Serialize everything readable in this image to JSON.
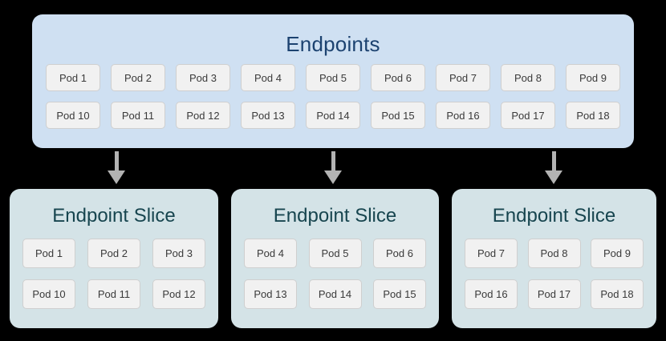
{
  "diagram": {
    "background_color": "#000000",
    "endpoints": {
      "title": "Endpoints",
      "background_color": "#cfe0f2",
      "title_color": "#1c4270",
      "rows": [
        [
          "Pod 1",
          "Pod 2",
          "Pod 3",
          "Pod 4",
          "Pod 5",
          "Pod 6",
          "Pod 7",
          "Pod 8",
          "Pod 9"
        ],
        [
          "Pod 10",
          "Pod 11",
          "Pod 12",
          "Pod 13",
          "Pod 14",
          "Pod 15",
          "Pod 16",
          "Pod 17",
          "Pod 18"
        ]
      ]
    },
    "arrows": {
      "color": "#b3b3b3",
      "direction": "down",
      "count": 3
    },
    "slices": [
      {
        "title": "Endpoint Slice",
        "background_color": "#d4e3e7",
        "title_color": "#17454f",
        "rows": [
          [
            "Pod 1",
            "Pod 2",
            "Pod 3"
          ],
          [
            "Pod 10",
            "Pod 11",
            "Pod 12"
          ]
        ]
      },
      {
        "title": "Endpoint Slice",
        "background_color": "#d4e3e7",
        "title_color": "#17454f",
        "rows": [
          [
            "Pod 4",
            "Pod 5",
            "Pod 6"
          ],
          [
            "Pod 13",
            "Pod 14",
            "Pod 15"
          ]
        ]
      },
      {
        "title": "Endpoint Slice",
        "background_color": "#d4e3e7",
        "title_color": "#17454f",
        "rows": [
          [
            "Pod 7",
            "Pod 8",
            "Pod 9"
          ],
          [
            "Pod 16",
            "Pod 17",
            "Pod 18"
          ]
        ]
      }
    ]
  }
}
